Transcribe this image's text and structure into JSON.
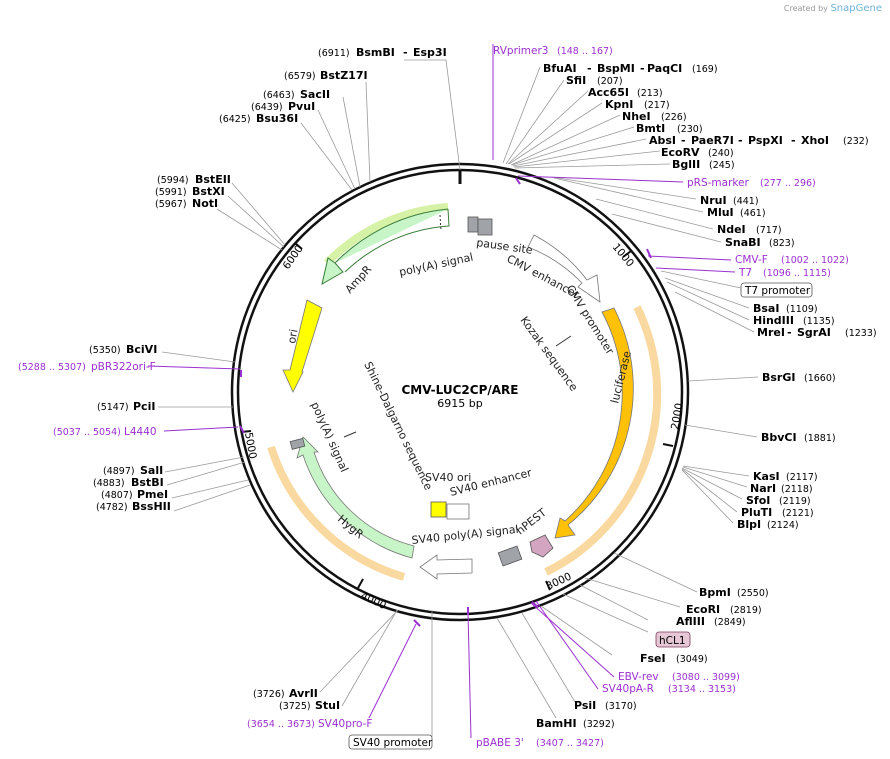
{
  "credit": {
    "prefix": "Created by",
    "brand": "SnapGene"
  },
  "plasmid": {
    "name": "CMV-LUC2CP/ARE",
    "length_label": "6915 bp"
  },
  "ticks": [
    "1000",
    "2000",
    "3000",
    "4000",
    "5000",
    "6000"
  ],
  "enzymes": [
    {
      "name": "BsmBI",
      "pos": "(6911)",
      "name2": "Esp3I"
    },
    {
      "name": "BstZ17I",
      "pos": "(6579)"
    },
    {
      "name": "SacII",
      "pos": "(6463)"
    },
    {
      "name": "PvuI",
      "pos": "(6439)"
    },
    {
      "name": "Bsu36I",
      "pos": "(6425)"
    },
    {
      "name": "BstEII",
      "pos": "(5994)"
    },
    {
      "name": "BstXI",
      "pos": "(5991)"
    },
    {
      "name": "NotI",
      "pos": "(5967)"
    },
    {
      "name": "BciVI",
      "pos": "(5350)"
    },
    {
      "name": "PciI",
      "pos": "(5147)"
    },
    {
      "name": "SalI",
      "pos": "(4897)"
    },
    {
      "name": "BstBI",
      "pos": "(4883)"
    },
    {
      "name": "PmeI",
      "pos": "(4807)"
    },
    {
      "name": "BssHII",
      "pos": "(4782)"
    },
    {
      "name": "AvrII",
      "pos": "(3726)"
    },
    {
      "name": "StuI",
      "pos": "(3725)"
    },
    {
      "name": "BamHI",
      "pos": "(3292)"
    },
    {
      "name": "PsiI",
      "pos": "(3170)"
    },
    {
      "name": "FseI",
      "pos": "(3049)"
    },
    {
      "name": "AflIII",
      "pos": "(2849)"
    },
    {
      "name": "EcoRI",
      "pos": "(2819)"
    },
    {
      "name": "BpmI",
      "pos": "(2550)"
    },
    {
      "name": "BlpI",
      "pos": "(2124)"
    },
    {
      "name": "PluTI",
      "pos": "(2121)"
    },
    {
      "name": "SfoI",
      "pos": "(2119)"
    },
    {
      "name": "NarI",
      "pos": "(2118)"
    },
    {
      "name": "KasI",
      "pos": "(2117)"
    },
    {
      "name": "BbvCI",
      "pos": "(1881)"
    },
    {
      "name": "BsrGI",
      "pos": "(1660)"
    },
    {
      "name": "MreI",
      "pos": "(1233)",
      "name2": "SgrAI"
    },
    {
      "name": "HindIII",
      "pos": "(1135)"
    },
    {
      "name": "BsaI",
      "pos": "(1109)"
    },
    {
      "name": "SnaBI",
      "pos": "(823)"
    },
    {
      "name": "NdeI",
      "pos": "(717)"
    },
    {
      "name": "MluI",
      "pos": "(461)"
    },
    {
      "name": "NruI",
      "pos": "(441)"
    },
    {
      "name": "BglII",
      "pos": "(245)"
    },
    {
      "name": "EcoRV",
      "pos": "(240)"
    },
    {
      "name": "AbsI",
      "pos": "(232)",
      "name2": "PaeR7I",
      "name3": "PspXI",
      "name4": "XhoI"
    },
    {
      "name": "BmtI",
      "pos": "(230)"
    },
    {
      "name": "NheI",
      "pos": "(226)"
    },
    {
      "name": "KpnI",
      "pos": "(217)"
    },
    {
      "name": "Acc65I",
      "pos": "(213)"
    },
    {
      "name": "SfiI",
      "pos": "(207)"
    },
    {
      "name": "BfuAI",
      "pos": "(169)",
      "name2": "BspMI",
      "name3": "PaqCI"
    }
  ],
  "primers": [
    {
      "name": "RVprimer3",
      "range": "(148 .. 167)"
    },
    {
      "name": "pRS-marker",
      "range": "(277 .. 296)"
    },
    {
      "name": "CMV-F",
      "range": "(1002 .. 1022)"
    },
    {
      "name": "T7",
      "range": "(1096 .. 1115)"
    },
    {
      "name": "pBR322ori-F",
      "range": "(5288 .. 5307)"
    },
    {
      "name": "L4440",
      "range": "(5037 .. 5054)"
    },
    {
      "name": "EBV-rev",
      "range": "(3080 .. 3099)"
    },
    {
      "name": "SV40pA-R",
      "range": "(3134 .. 3153)"
    },
    {
      "name": "SV40pro-F",
      "range": "(3654 .. 3673)"
    },
    {
      "name": "pBABE 3'",
      "range": "(3407 .. 3427)"
    }
  ],
  "boxed_labels": {
    "t7_promoter": "T7 promoter",
    "hcl1": "hCL1",
    "sv40_promoter": "SV40 promoter"
  },
  "features": {
    "pause_site": "pause site",
    "polya_top": "poly(A) signal",
    "cmv_enhancer": "CMV enhancer",
    "cmv_promoter": "CMV promoter",
    "kozak": "Kozak sequence",
    "luciferase": "luciferase",
    "hpest": "hPEST",
    "sv40_polya": "SV40 poly(A) signal",
    "sv40_ori": "SV40 ori",
    "sv40_enhancer": "SV40 enhancer",
    "hygr": "HygR",
    "polya_left": "poly(A) signal",
    "shine": "Shine-Dalgarno sequence",
    "ori": "ori",
    "ampr": "AmpR"
  },
  "colors": {
    "ampr": "#c8f5c8",
    "hygr": "#c8f5c8",
    "luciferase": "#ffc107",
    "ori": "#ffff00",
    "primer": "#9b30d0",
    "hpest": "#d4a5c0",
    "terminator": "#a0a4a8"
  }
}
